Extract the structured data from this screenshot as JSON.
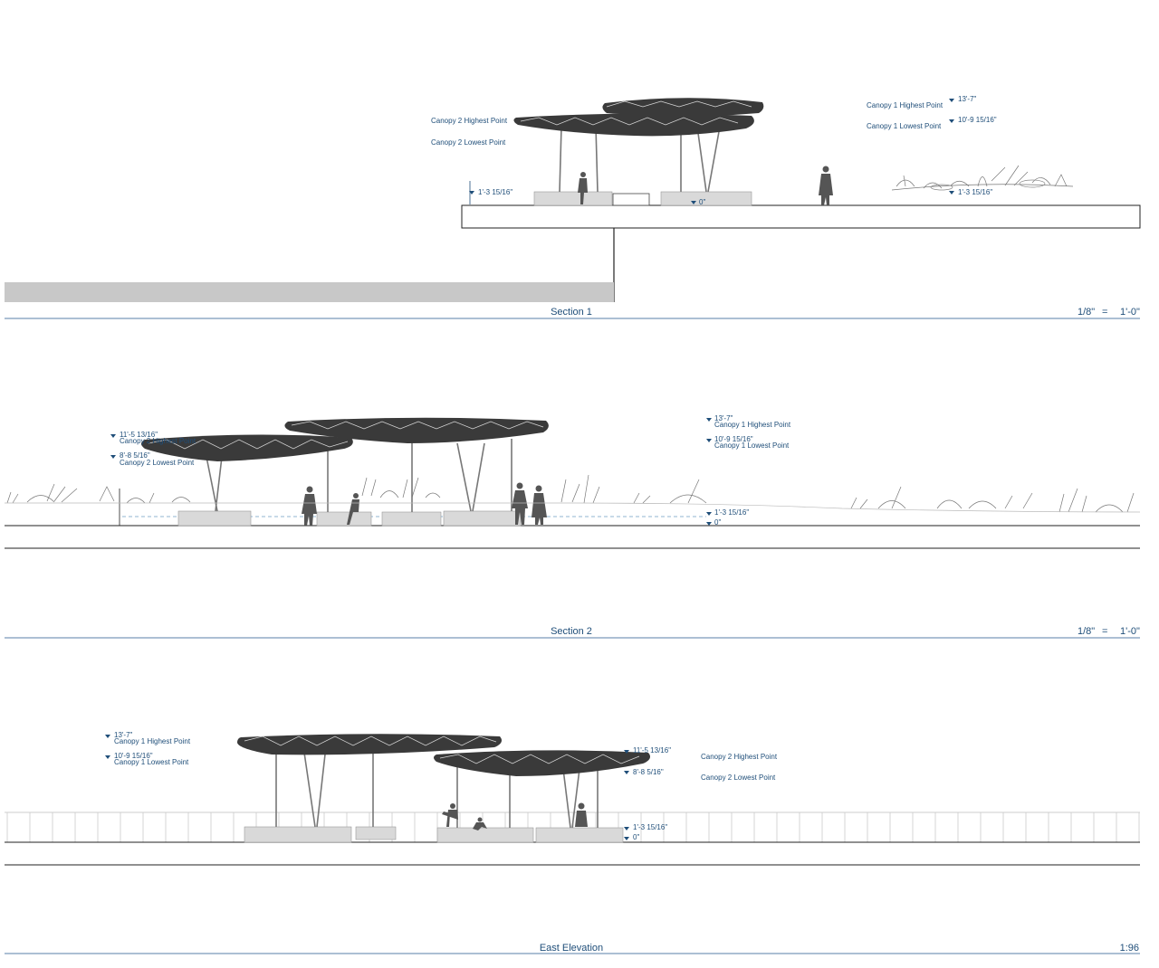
{
  "section1": {
    "title": "Section 1",
    "scale_left": "1/8\"",
    "scale_eq": "=",
    "scale_right": "1'-0\"",
    "labels": {
      "canopy2_high": "Canopy 2 Highest Point",
      "canopy2_low": "Canopy 2 Lowest Point",
      "canopy1_high": "Canopy 1 Highest Point",
      "canopy1_low": "Canopy 1 Lowest Point",
      "elev_13_7": "13'-7\"",
      "elev_10_9": "10'-9 15/16\"",
      "elev_1_3_left": "1'-3 15/16\"",
      "elev_1_3_right": "1'-3 15/16\"",
      "elev_0": "0\""
    }
  },
  "section2": {
    "title": "Section 2",
    "scale_left": "1/8\"",
    "scale_eq": "=",
    "scale_right": "1'-0\"",
    "labels": {
      "elev_11_5": "11'-5 13/16\"",
      "canopy2_high": "Canopy 2 Highest Point",
      "elev_8_8": "8'-8 5/16\"",
      "canopy2_low": "Canopy 2 Lowest Point",
      "elev_13_7": "13'-7\"",
      "canopy1_high": "Canopy 1 Highest Point",
      "elev_10_9": "10'-9 15/16\"",
      "canopy1_low": "Canopy 1 Lowest Point",
      "elev_1_3": "1'-3 15/16\"",
      "elev_0": "0\""
    }
  },
  "east_elevation": {
    "title": "East Elevation",
    "scale": "1:96",
    "labels": {
      "elev_13_7": "13'-7\"",
      "canopy1_high": "Canopy 1 Highest Point",
      "elev_10_9": "10'-9 15/16\"",
      "canopy1_low": "Canopy 1 Lowest Point",
      "elev_11_5": "11'-5 13/16\"",
      "elev_8_8": "8'-8 5/16\"",
      "canopy2_high": "Canopy 2 Highest Point",
      "canopy2_low": "Canopy 2 Lowest Point",
      "elev_1_3": "1'-3 15/16\"",
      "elev_0": "0\""
    }
  },
  "colors": {
    "annotation": "#1f4e79",
    "linework": "#222222",
    "canopy": "#3a3a3a",
    "fill_gray": "#c8c8c8"
  }
}
